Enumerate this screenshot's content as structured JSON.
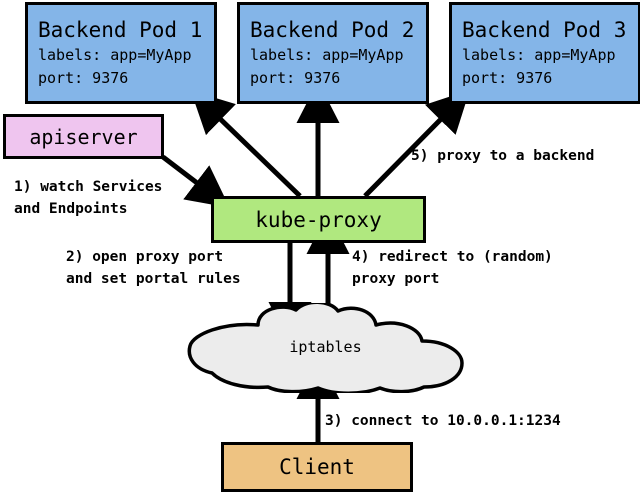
{
  "diagram": {
    "title": "kube-proxy Service proxying flow",
    "colors": {
      "pod_fill": "#84b5e8",
      "apiserver_fill": "#efc5ef",
      "kubeproxy_fill": "#b0e87f",
      "client_fill": "#eec382",
      "cloud_fill": "#ececec",
      "stroke": "#000000",
      "background": "#ffffff"
    },
    "pods": [
      {
        "title": "Backend Pod 1",
        "labels_line": "labels: app=MyApp",
        "port_line": "port: 9376"
      },
      {
        "title": "Backend Pod 2",
        "labels_line": "labels: app=MyApp",
        "port_line": "port: 9376"
      },
      {
        "title": "Backend Pod 3",
        "labels_line": "labels: app=MyApp",
        "port_line": "port: 9376"
      }
    ],
    "apiserver": {
      "label": "apiserver"
    },
    "kubeproxy": {
      "label": "kube-proxy"
    },
    "iptables": {
      "label": "iptables"
    },
    "client": {
      "label": "Client"
    },
    "steps": [
      {
        "id": "1",
        "text": "1) watch Services\nand Endpoints"
      },
      {
        "id": "2",
        "text": "2) open proxy port\nand set portal rules"
      },
      {
        "id": "3",
        "text": "3) connect to 10.0.0.1:1234"
      },
      {
        "id": "4",
        "text": "4) redirect to (random)\nproxy port"
      },
      {
        "id": "5",
        "text": "5) proxy to a backend"
      }
    ]
  }
}
